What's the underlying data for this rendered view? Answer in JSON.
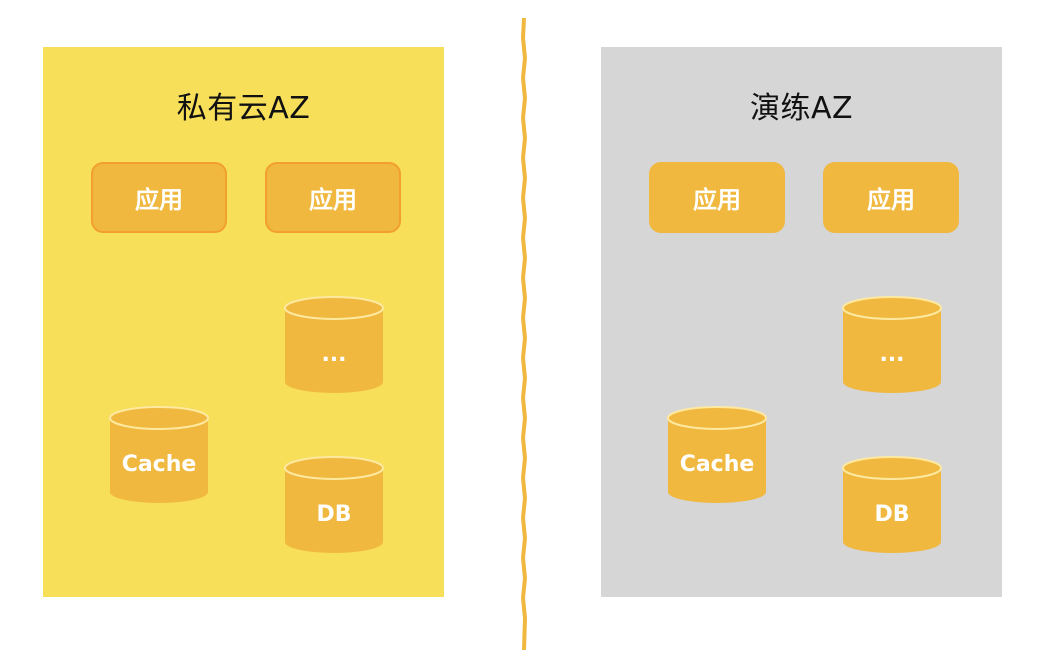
{
  "zones": [
    {
      "title": "私有云AZ",
      "apps": [
        "应用",
        "应用"
      ],
      "stores": {
        "more": "...",
        "cache": "Cache",
        "db": "DB"
      }
    },
    {
      "title": "演练AZ",
      "apps": [
        "应用",
        "应用"
      ],
      "stores": {
        "more": "...",
        "cache": "Cache",
        "db": "DB"
      }
    }
  ],
  "colors": {
    "private_zone_bg": "#f7df5a",
    "drill_zone_bg": "#d6d6d6",
    "component_fill": "#f0b83f",
    "app_border": "#f29f2f",
    "divider": "#f0b83f"
  }
}
